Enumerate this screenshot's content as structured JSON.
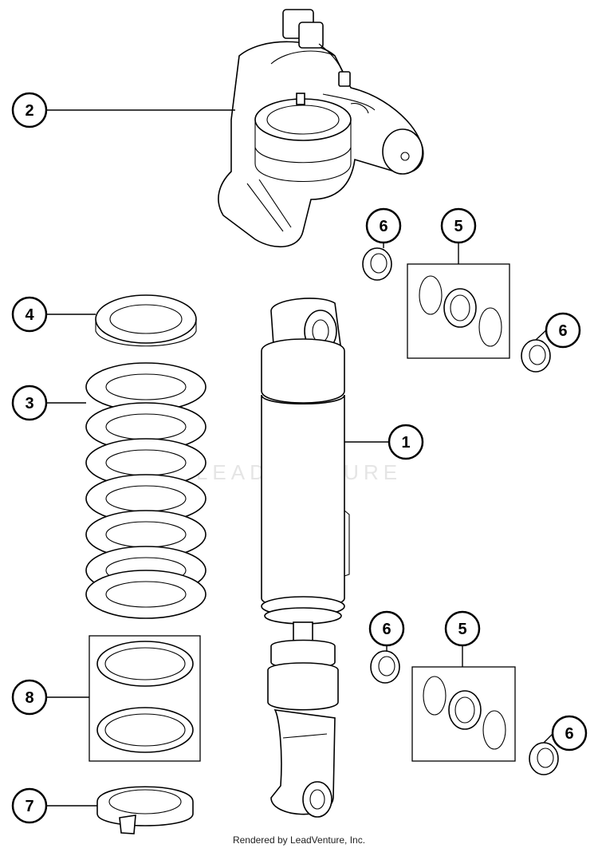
{
  "diagram": {
    "callouts": [
      {
        "id": "c2",
        "label": "2"
      },
      {
        "id": "c4",
        "label": "4"
      },
      {
        "id": "c3",
        "label": "3"
      },
      {
        "id": "c1",
        "label": "1"
      },
      {
        "id": "c6a",
        "label": "6"
      },
      {
        "id": "c5a",
        "label": "5"
      },
      {
        "id": "c6b",
        "label": "6"
      },
      {
        "id": "c6c",
        "label": "6"
      },
      {
        "id": "c5b",
        "label": "5"
      },
      {
        "id": "c6d",
        "label": "6"
      },
      {
        "id": "c8",
        "label": "8"
      },
      {
        "id": "c7",
        "label": "7"
      }
    ],
    "watermark": "LEADVENTURE",
    "footer": "Rendered by LeadVenture, Inc."
  }
}
